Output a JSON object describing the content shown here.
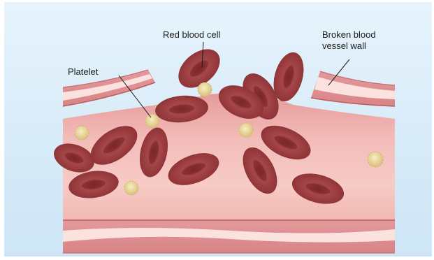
{
  "labels": {
    "red_blood_cell": "Red blood cell",
    "broken_wall_line1": "Broken blood",
    "broken_wall_line2": "vessel wall",
    "platelet": "Platelet"
  },
  "colors": {
    "background_top": "#e3f1fb",
    "background_bottom": "#cfe6f7",
    "vessel_wall": "#e8a4a4",
    "vessel_wall_dark": "#c86e72",
    "vessel_wall_light": "#fbe2de",
    "lumen": "#f2b8b6",
    "red_blood_cell": "#9b3b3e",
    "red_blood_cell_center": "#b75153",
    "platelet": "#e9d79a"
  }
}
